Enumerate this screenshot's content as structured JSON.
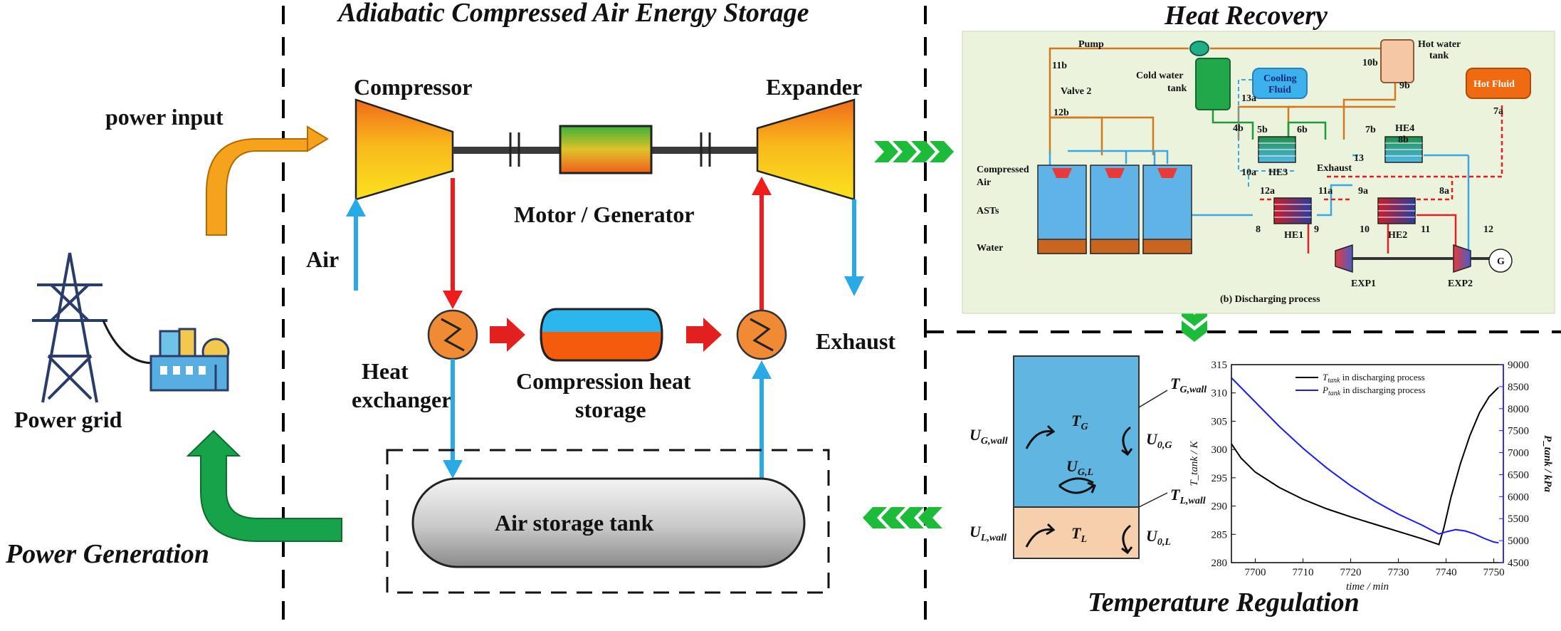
{
  "headings": {
    "acaes": "Adiabatic Compressed Air Energy Storage",
    "heat_recovery": "Heat Recovery",
    "temperature_regulation": "Temperature Regulation",
    "power_generation": "Power Generation"
  },
  "labels": {
    "power_input": "power input",
    "compressor": "Compressor",
    "expander": "Expander",
    "motor_generator": "Motor / Generator",
    "air": "Air",
    "exhaust": "Exhaust",
    "heat": "Heat",
    "exchanger": "exchanger",
    "compression_heat": "Compression heat",
    "storage": "storage",
    "air_storage_tank": "Air storage tank",
    "power_grid": "Power grid"
  },
  "heat_recovery_schematic": {
    "pump": "Pump",
    "hot_water_tank_1": "Hot water",
    "hot_water_tank_2": "tank",
    "cold_water_tank_1": "Cold water",
    "cold_water_tank_2": "tank",
    "cooling_fluid_1": "Cooling",
    "cooling_fluid_2": "Fluid",
    "hot_fluid": "Hot Fluid",
    "valve2": "Valve 2",
    "compressed_air_1": "Compressed",
    "compressed_air_2": "Air",
    "asts": "ASTs",
    "water": "Water",
    "exhaust": "Exhaust",
    "he1": "HE1",
    "he2": "HE2",
    "he3": "HE3",
    "he4": "HE4",
    "exp1": "EXP1",
    "exp2": "EXP2",
    "g": "G",
    "caption": "(b) Discharging process",
    "points": {
      "p11b": "11b",
      "p12b": "12b",
      "p10b": "10b",
      "p9b": "9b",
      "p7a": "7a",
      "p13a": "13a",
      "p4b": "4b",
      "p5b": "5b",
      "p6b": "6b",
      "p7b": "7b",
      "p8b": "8b",
      "p13": "13",
      "p10a": "10a",
      "p12a": "12a",
      "p11a": "11a",
      "p9a": "9a",
      "p8a": "8a",
      "p8": "8",
      "p9": "9",
      "p10": "10",
      "p11": "11",
      "p12": "12"
    }
  },
  "tank_model": {
    "tg_wall": "T",
    "tg_wall_sub": "G,wall",
    "tl_wall": "T",
    "tl_wall_sub": "L,wall",
    "ug_wall": "U",
    "ug_wall_sub": "G,wall",
    "u0g": "U",
    "u0g_sub": "0,G",
    "tg": "T",
    "tg_sub": "G",
    "ugl": "U",
    "ugl_sub": "G,L",
    "ul_wall": "U",
    "ul_wall_sub": "L,wall",
    "tl": "T",
    "tl_sub": "L",
    "u0l": "U",
    "u0l_sub": "0,L"
  },
  "chart_data": {
    "type": "line",
    "xlabel": "time / min",
    "ylabel_left": "T_tank / K",
    "ylabel_right": "P_tank / kPa",
    "xlim": [
      7695,
      7752
    ],
    "ylim": [
      280,
      315
    ],
    "ylim_right": [
      4500,
      9000
    ],
    "x_ticks": [
      7700,
      7710,
      7720,
      7730,
      7740,
      7750
    ],
    "y_ticks": [
      280,
      285,
      290,
      295,
      300,
      305,
      310,
      315
    ],
    "y_ticks_right": [
      4500,
      5000,
      5500,
      6000,
      6500,
      7000,
      7500,
      8000,
      8500,
      9000
    ],
    "legend_position": "top",
    "series": [
      {
        "name": "T_tank in discharging process",
        "axis": "left",
        "color": "#000000",
        "x": [
          7695,
          7697,
          7700,
          7705,
          7710,
          7715,
          7720,
          7725,
          7730,
          7735,
          7738.5,
          7739.5,
          7741,
          7743,
          7745,
          7747,
          7749,
          7751
        ],
        "y": [
          301,
          298.5,
          296,
          293.3,
          291.2,
          289.5,
          288.1,
          286.8,
          285.5,
          284.2,
          283.2,
          286,
          291.5,
          297.5,
          302.5,
          306.5,
          309.3,
          311
        ]
      },
      {
        "name": "P_tank in discharging process",
        "axis": "right",
        "color": "#1a1aff",
        "x": [
          7695,
          7700,
          7705,
          7710,
          7715,
          7720,
          7725,
          7730,
          7735,
          7738.5,
          7740,
          7742,
          7744,
          7746,
          7748,
          7750,
          7751
        ],
        "y": [
          8700,
          8150,
          7600,
          7100,
          6650,
          6250,
          5900,
          5600,
          5350,
          5150,
          5200,
          5250,
          5220,
          5150,
          5050,
          4970,
          4950
        ]
      }
    ]
  },
  "legend_parts": {
    "t_sym": "T",
    "t_sub": "tank",
    "p_sym": "P",
    "p_sub": "tank",
    "suffix": " in discharging process"
  },
  "colors": {
    "flow_blue": "#29a9e6",
    "flow_red": "#ee1c1c",
    "chevron_green": "#1dbb3a",
    "power_input_orange": "#f5a21c",
    "power_gen_green": "#16a34a",
    "schematic_bg": "#ebf3dd",
    "gas_blue": "#60b6e0",
    "liquid_peach": "#f6cfad"
  }
}
